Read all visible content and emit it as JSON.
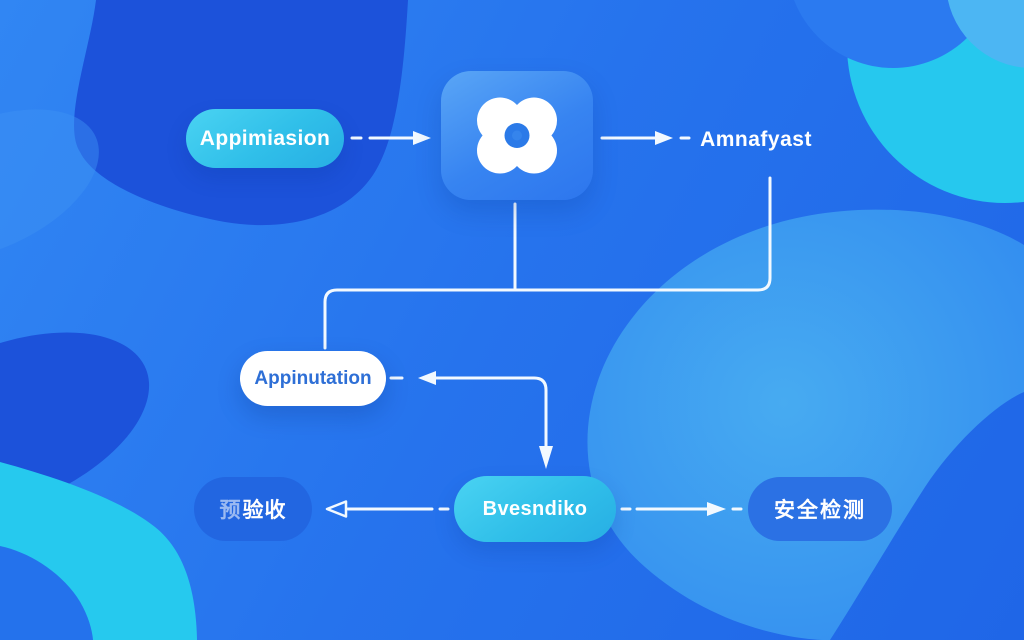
{
  "diagram": {
    "title_hint": "blue flowchart with organic blob background",
    "nodes": {
      "start_pill": {
        "label": "Appimiasion"
      },
      "app_icon": {
        "name": "clover-app-icon"
      },
      "analysis_label": {
        "label": "Amnafyast"
      },
      "review_pill": {
        "label": "Appinutation"
      },
      "acceptance_pill": {
        "prefix": "预",
        "label": "验收"
      },
      "process_pill": {
        "label": "Bvesndiko"
      },
      "security_pill": {
        "label": "安全检测"
      }
    },
    "connections": [
      {
        "from": "start_pill",
        "to": "app_icon",
        "style": "arrow-right"
      },
      {
        "from": "app_icon",
        "to": "analysis_label",
        "style": "arrow-right"
      },
      {
        "from": "app_icon",
        "to": "elbow-bus",
        "style": "line-down"
      },
      {
        "from": "analysis_label",
        "to": "review_pill",
        "style": "elbow-line"
      },
      {
        "from": "process_pill",
        "to": "review_pill",
        "style": "elbow-double-arrow"
      },
      {
        "from": "process_pill",
        "to": "acceptance_pill",
        "style": "arrow-left-hollow"
      },
      {
        "from": "process_pill",
        "to": "security_pill",
        "style": "arrow-right"
      }
    ],
    "colors": {
      "background_light": "#3186f3",
      "background_dark": "#1f66e7",
      "blob_dark_blue": "#1c52da",
      "blob_cyan": "#26c8ee",
      "blob_light_blue": "#3a97f1",
      "pill_cyan": "#31c0ea",
      "pill_blue": "#2b71e4",
      "white_pill_text": "#2e6fd6",
      "connector_white": "#f2f9ff"
    }
  }
}
